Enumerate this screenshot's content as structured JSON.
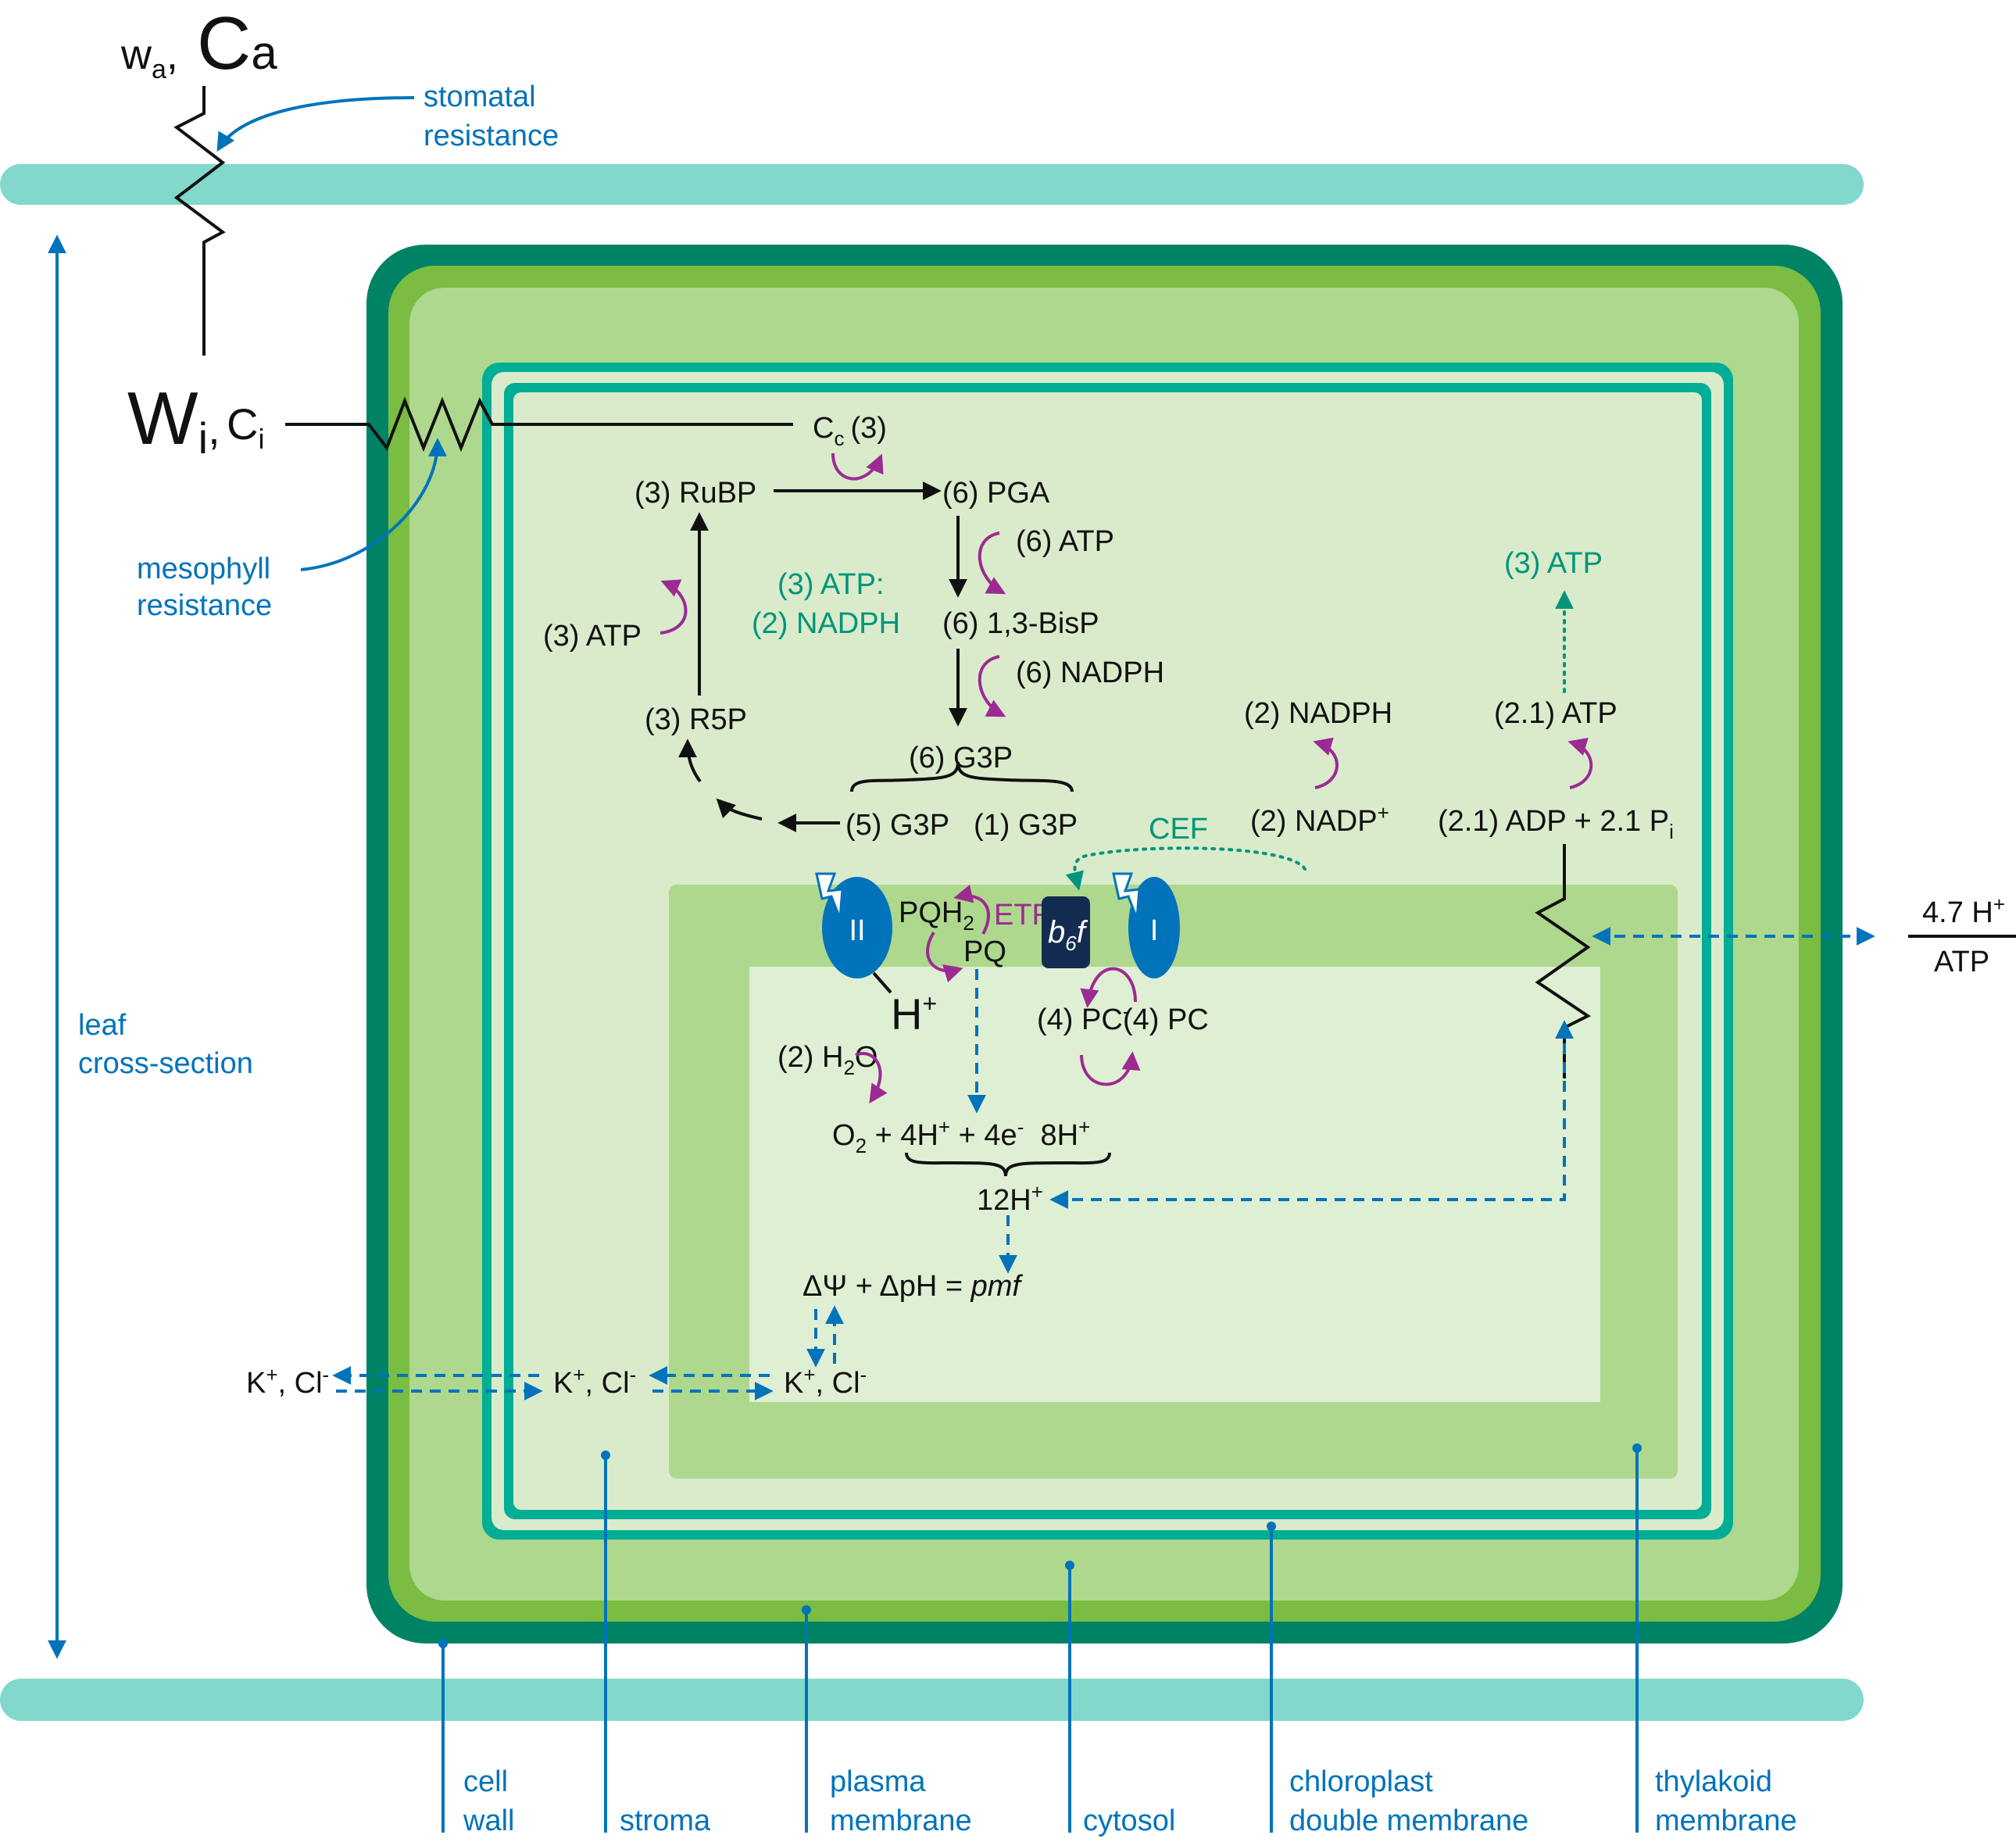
{
  "colors": {
    "cell_wall": "#008264",
    "plasma_membrane": "#7ABD42",
    "cytosol": "#AED88E",
    "chloroplast_membrane": "#00AD95",
    "stroma": "#D9EBCB",
    "thylakoid_membrane": "#AED88E",
    "lumen": "#DFEFD3",
    "leaf_surface": "#82D8CA",
    "photosystem": "#0073BB",
    "b6f": "#142C52",
    "blue_annotation": "#0073BB",
    "teal_text": "#00957A",
    "purple_arrow": "#9C2A93"
  },
  "atmosphere": {
    "w": "w",
    "w_sub": "a",
    "c": "C",
    "c_sub": "a"
  },
  "intercellular": {
    "w": "W",
    "w_sub": "i",
    "c": "C",
    "c_sub": "i"
  },
  "annotations": {
    "stomatal_resistance": [
      "stomatal",
      "resistance"
    ],
    "mesophyll_resistance": [
      "mesophyll",
      "resistance"
    ],
    "leaf_cross_section": [
      "leaf",
      "cross-section"
    ]
  },
  "calvin_cycle": {
    "cc": "C",
    "cc_sub": "c",
    "cc_count": "(3)",
    "rubp": "(3) RuBP",
    "pga": "(6) PGA",
    "atp_6": "(6) ATP",
    "bisp": "(6) 1,3-BisP",
    "nadph_6": "(6) NADPH",
    "g3p_6": "(6) G3P",
    "g3p_5": "(5) G3P",
    "g3p_1": "(1) G3P",
    "r5p": "(3) R5P",
    "atp_3": "(3) ATP",
    "ratio": [
      "(3) ATP:",
      "(2) NADPH"
    ]
  },
  "light_reactions": {
    "nadph_2": "(2) NADPH",
    "nadp_2": "(2) NADP",
    "nadp_sup": "+",
    "atp_21": "(2.1) ATP",
    "adp_21": "(2.1) ADP + 2.1 P",
    "adp_sub": "i",
    "atp_3_out": "(3) ATP",
    "cef": "CEF",
    "etr": "ETR",
    "psii": "II",
    "psi": "I",
    "b6f_b": "b",
    "b6f_sub": "6",
    "b6f_f": "f",
    "pqh2": "PQH",
    "pqh2_sub": "2",
    "pq": "PQ",
    "h_plus": "H",
    "h_plus_sup": "+",
    "pc_minus": "(4) PC",
    "pc_minus_sup": "-",
    "pc": "(4) PC",
    "h2o": "(2) H",
    "h2o_sub": "2",
    "h2o_o": "O",
    "o2_eq": [
      "O",
      "2",
      " + 4H",
      "+",
      " + 4e",
      "-",
      "  8H",
      "+"
    ],
    "h12": "12H",
    "h12_sup": "+",
    "pmf": [
      "ΔΨ + ΔpH = ",
      "pmf"
    ],
    "ratio_num": "4.7 H",
    "ratio_num_sup": "+",
    "ratio_den": "ATP"
  },
  "ions": {
    "label": "K",
    "label_sup": "+",
    "label_rest": ", Cl",
    "label_rest_sup": "-"
  },
  "legend": [
    {
      "lines": [
        "cell",
        "wall"
      ]
    },
    {
      "lines": [
        "",
        "stroma"
      ]
    },
    {
      "lines": [
        "plasma",
        "membrane"
      ]
    },
    {
      "lines": [
        "",
        "cytosol"
      ]
    },
    {
      "lines": [
        "chloroplast",
        "double membrane"
      ]
    },
    {
      "lines": [
        "thylakoid",
        "membrane"
      ]
    }
  ]
}
